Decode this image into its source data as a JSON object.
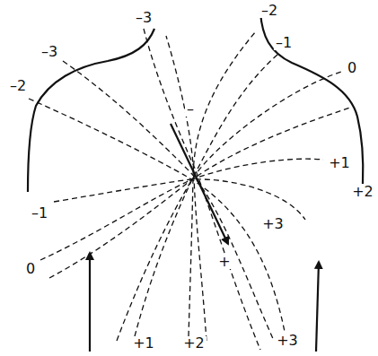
{
  "diagram": {
    "labels": [
      "–3",
      "–2",
      "–3",
      "–1",
      "–2",
      "0",
      "–",
      "+1",
      "+2",
      "–1",
      "+3",
      "+",
      "0",
      "+1",
      "+2",
      "+3"
    ]
  }
}
